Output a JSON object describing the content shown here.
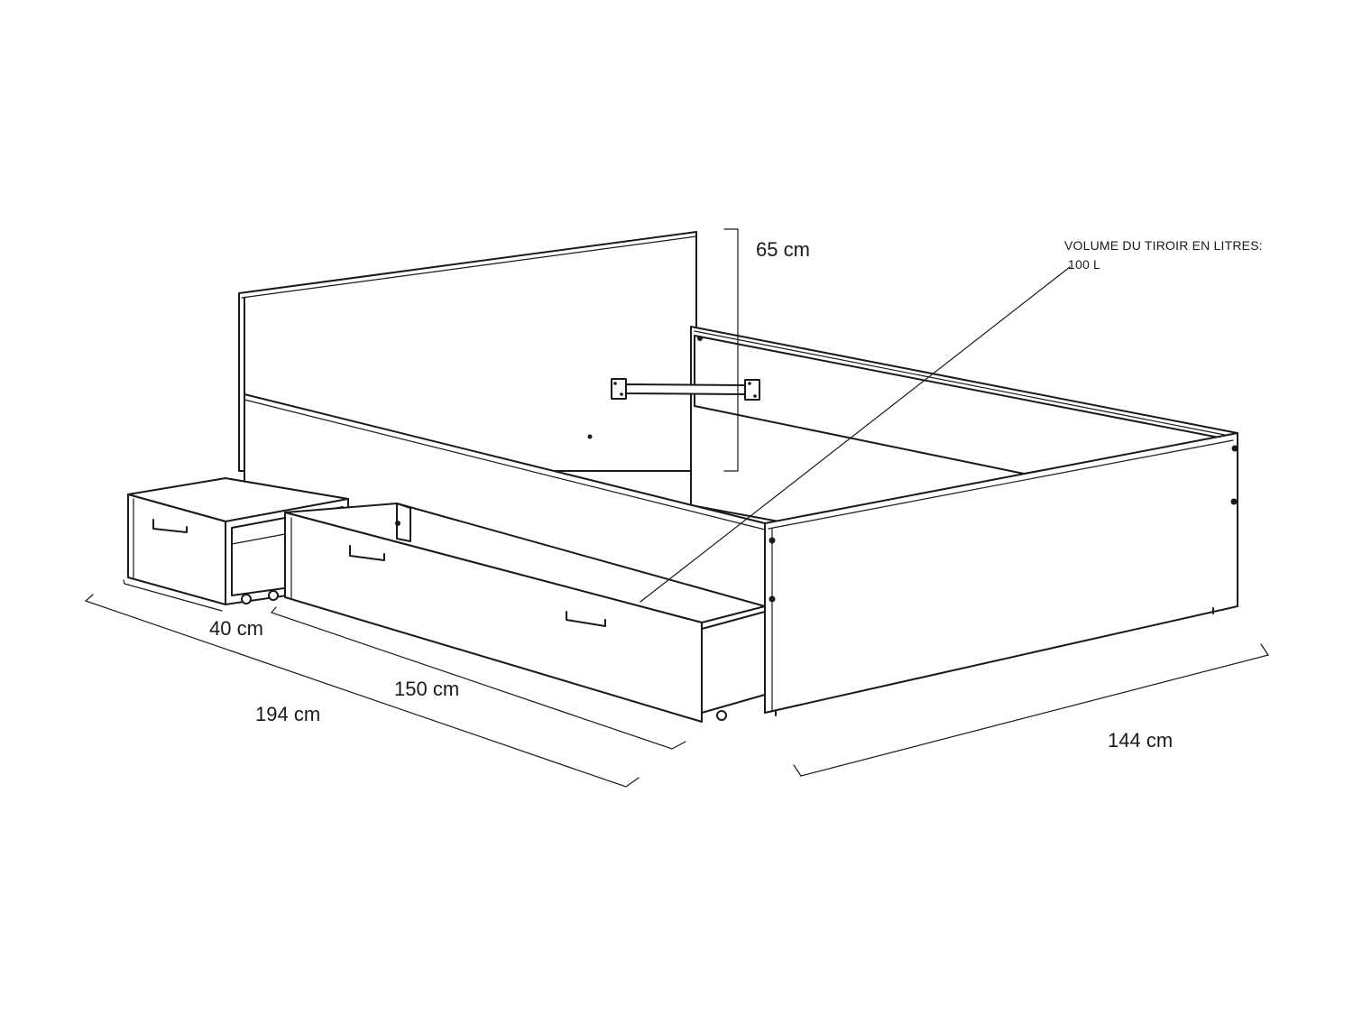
{
  "dimensions": {
    "headboard_height": "65 cm",
    "nightstand_depth": "40 cm",
    "drawer_length": "150 cm",
    "bed_length": "194 cm",
    "bed_width": "144 cm"
  },
  "callout": {
    "line1": "VOLUME DU TIROIR EN LITRES:",
    "line2": "100 L"
  }
}
